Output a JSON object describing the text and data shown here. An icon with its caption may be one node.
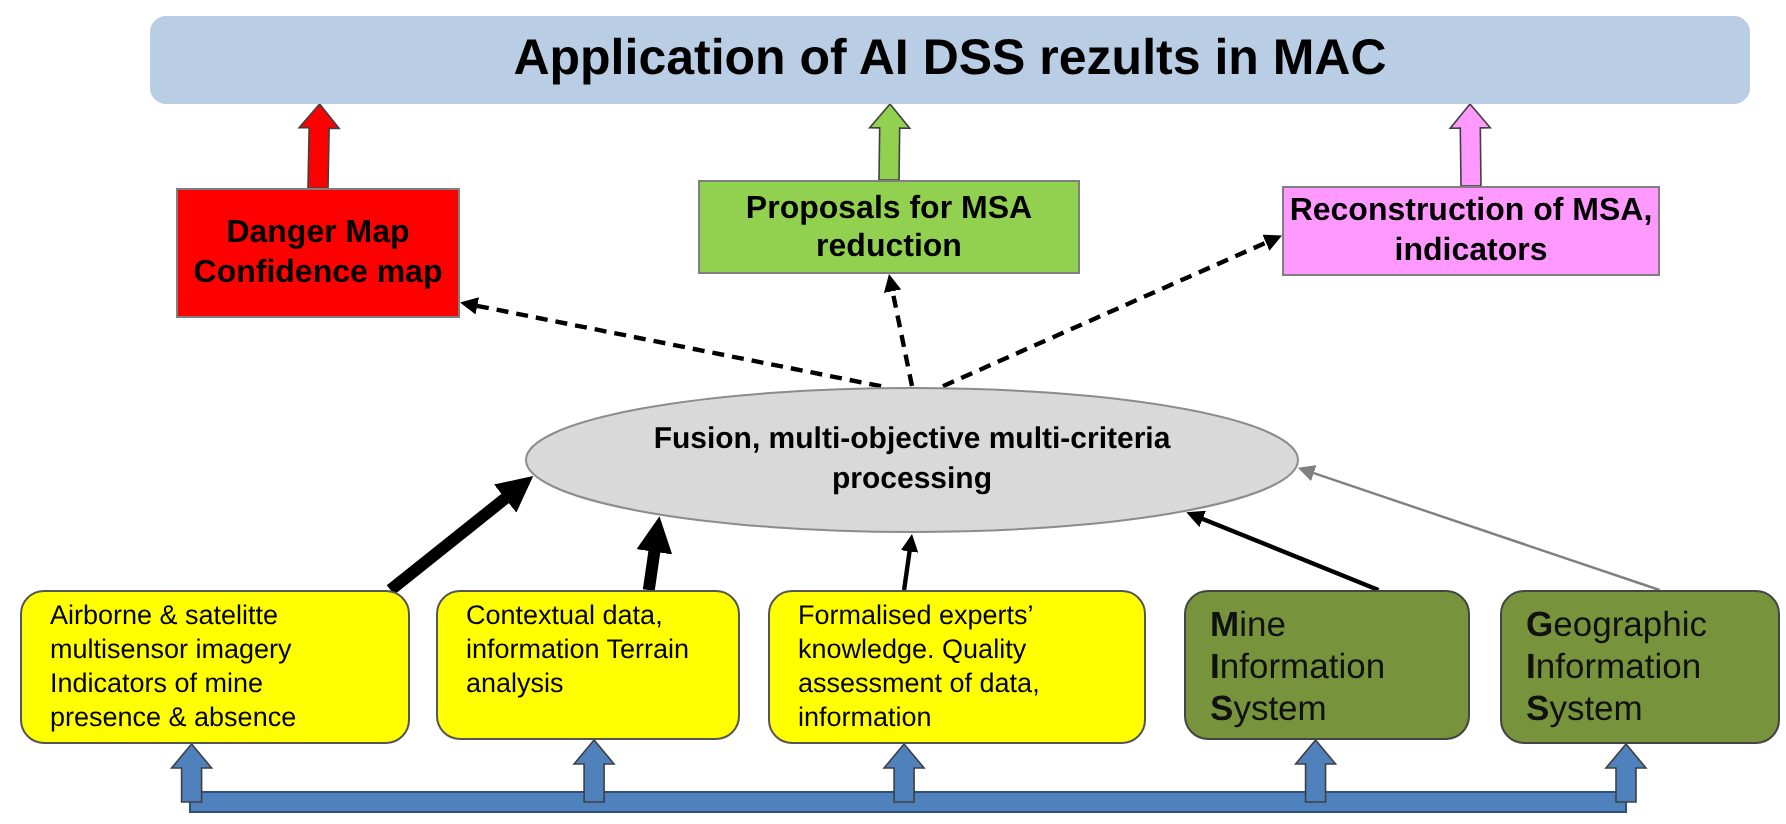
{
  "diagram": {
    "nodes": [
      {
        "text": [
          "Application of AI DSS rezults in MAC"
        ]
      },
      {
        "text": [
          "Danger Map Confidence map"
        ]
      },
      {
        "text": [
          "Proposals for MSA reduction"
        ]
      },
      {
        "text": [
          "Reconstruction of MSA, indicators"
        ]
      },
      {
        "text": [
          "Fusion, multi-objective multi-criteria processing"
        ]
      },
      {
        "text": [
          "Airborne & satelitte multisensor imagery Indicators of mine presence & absence"
        ]
      },
      {
        "text": [
          "Contextual data, information Terrain analysis"
        ]
      },
      {
        "text": [
          "Formalised experts’ knowledge. Quality assessment of data, information"
        ]
      },
      {
        "text": [
          "**M**ine **I**nformation **S**ystem"
        ]
      },
      {
        "text": [
          "**G**eographic **I**nformation **S**ystem"
        ]
      }
    ],
    "edges": [
      {
        "from": 1,
        "to": 0,
        "arrow": "to",
        "color": "#ff0000"
      },
      {
        "from": 2,
        "to": 0,
        "arrow": "to",
        "color": "#92d050"
      },
      {
        "from": 3,
        "to": 0,
        "arrow": "to",
        "color": "#ff99ff"
      },
      {
        "from": 4,
        "to": 1,
        "arrow": "to",
        "style": "dashed"
      },
      {
        "from": 4,
        "to": 2,
        "arrow": "to",
        "style": "dashed"
      },
      {
        "from": 4,
        "to": 3,
        "arrow": "to",
        "style": "dashed"
      },
      {
        "from": 5,
        "to": 4,
        "arrow": "to",
        "style": "thick"
      },
      {
        "from": 6,
        "to": 4,
        "arrow": "to",
        "style": "thick"
      },
      {
        "from": 7,
        "to": 4,
        "arrow": "to"
      },
      {
        "from": 8,
        "to": 4,
        "arrow": "to"
      },
      {
        "from": 9,
        "to": 4,
        "arrow": "to",
        "color": "#808080"
      },
      {
        "from": null,
        "to": 5,
        "arrow": "to",
        "color": "#4f81bd"
      },
      {
        "from": null,
        "to": 6,
        "arrow": "to",
        "color": "#4f81bd"
      },
      {
        "from": null,
        "to": 7,
        "arrow": "to",
        "color": "#4f81bd"
      },
      {
        "from": null,
        "to": 8,
        "arrow": "to",
        "color": "#4f81bd"
      },
      {
        "from": null,
        "to": 9,
        "arrow": "to",
        "color": "#4f81bd"
      }
    ]
  }
}
